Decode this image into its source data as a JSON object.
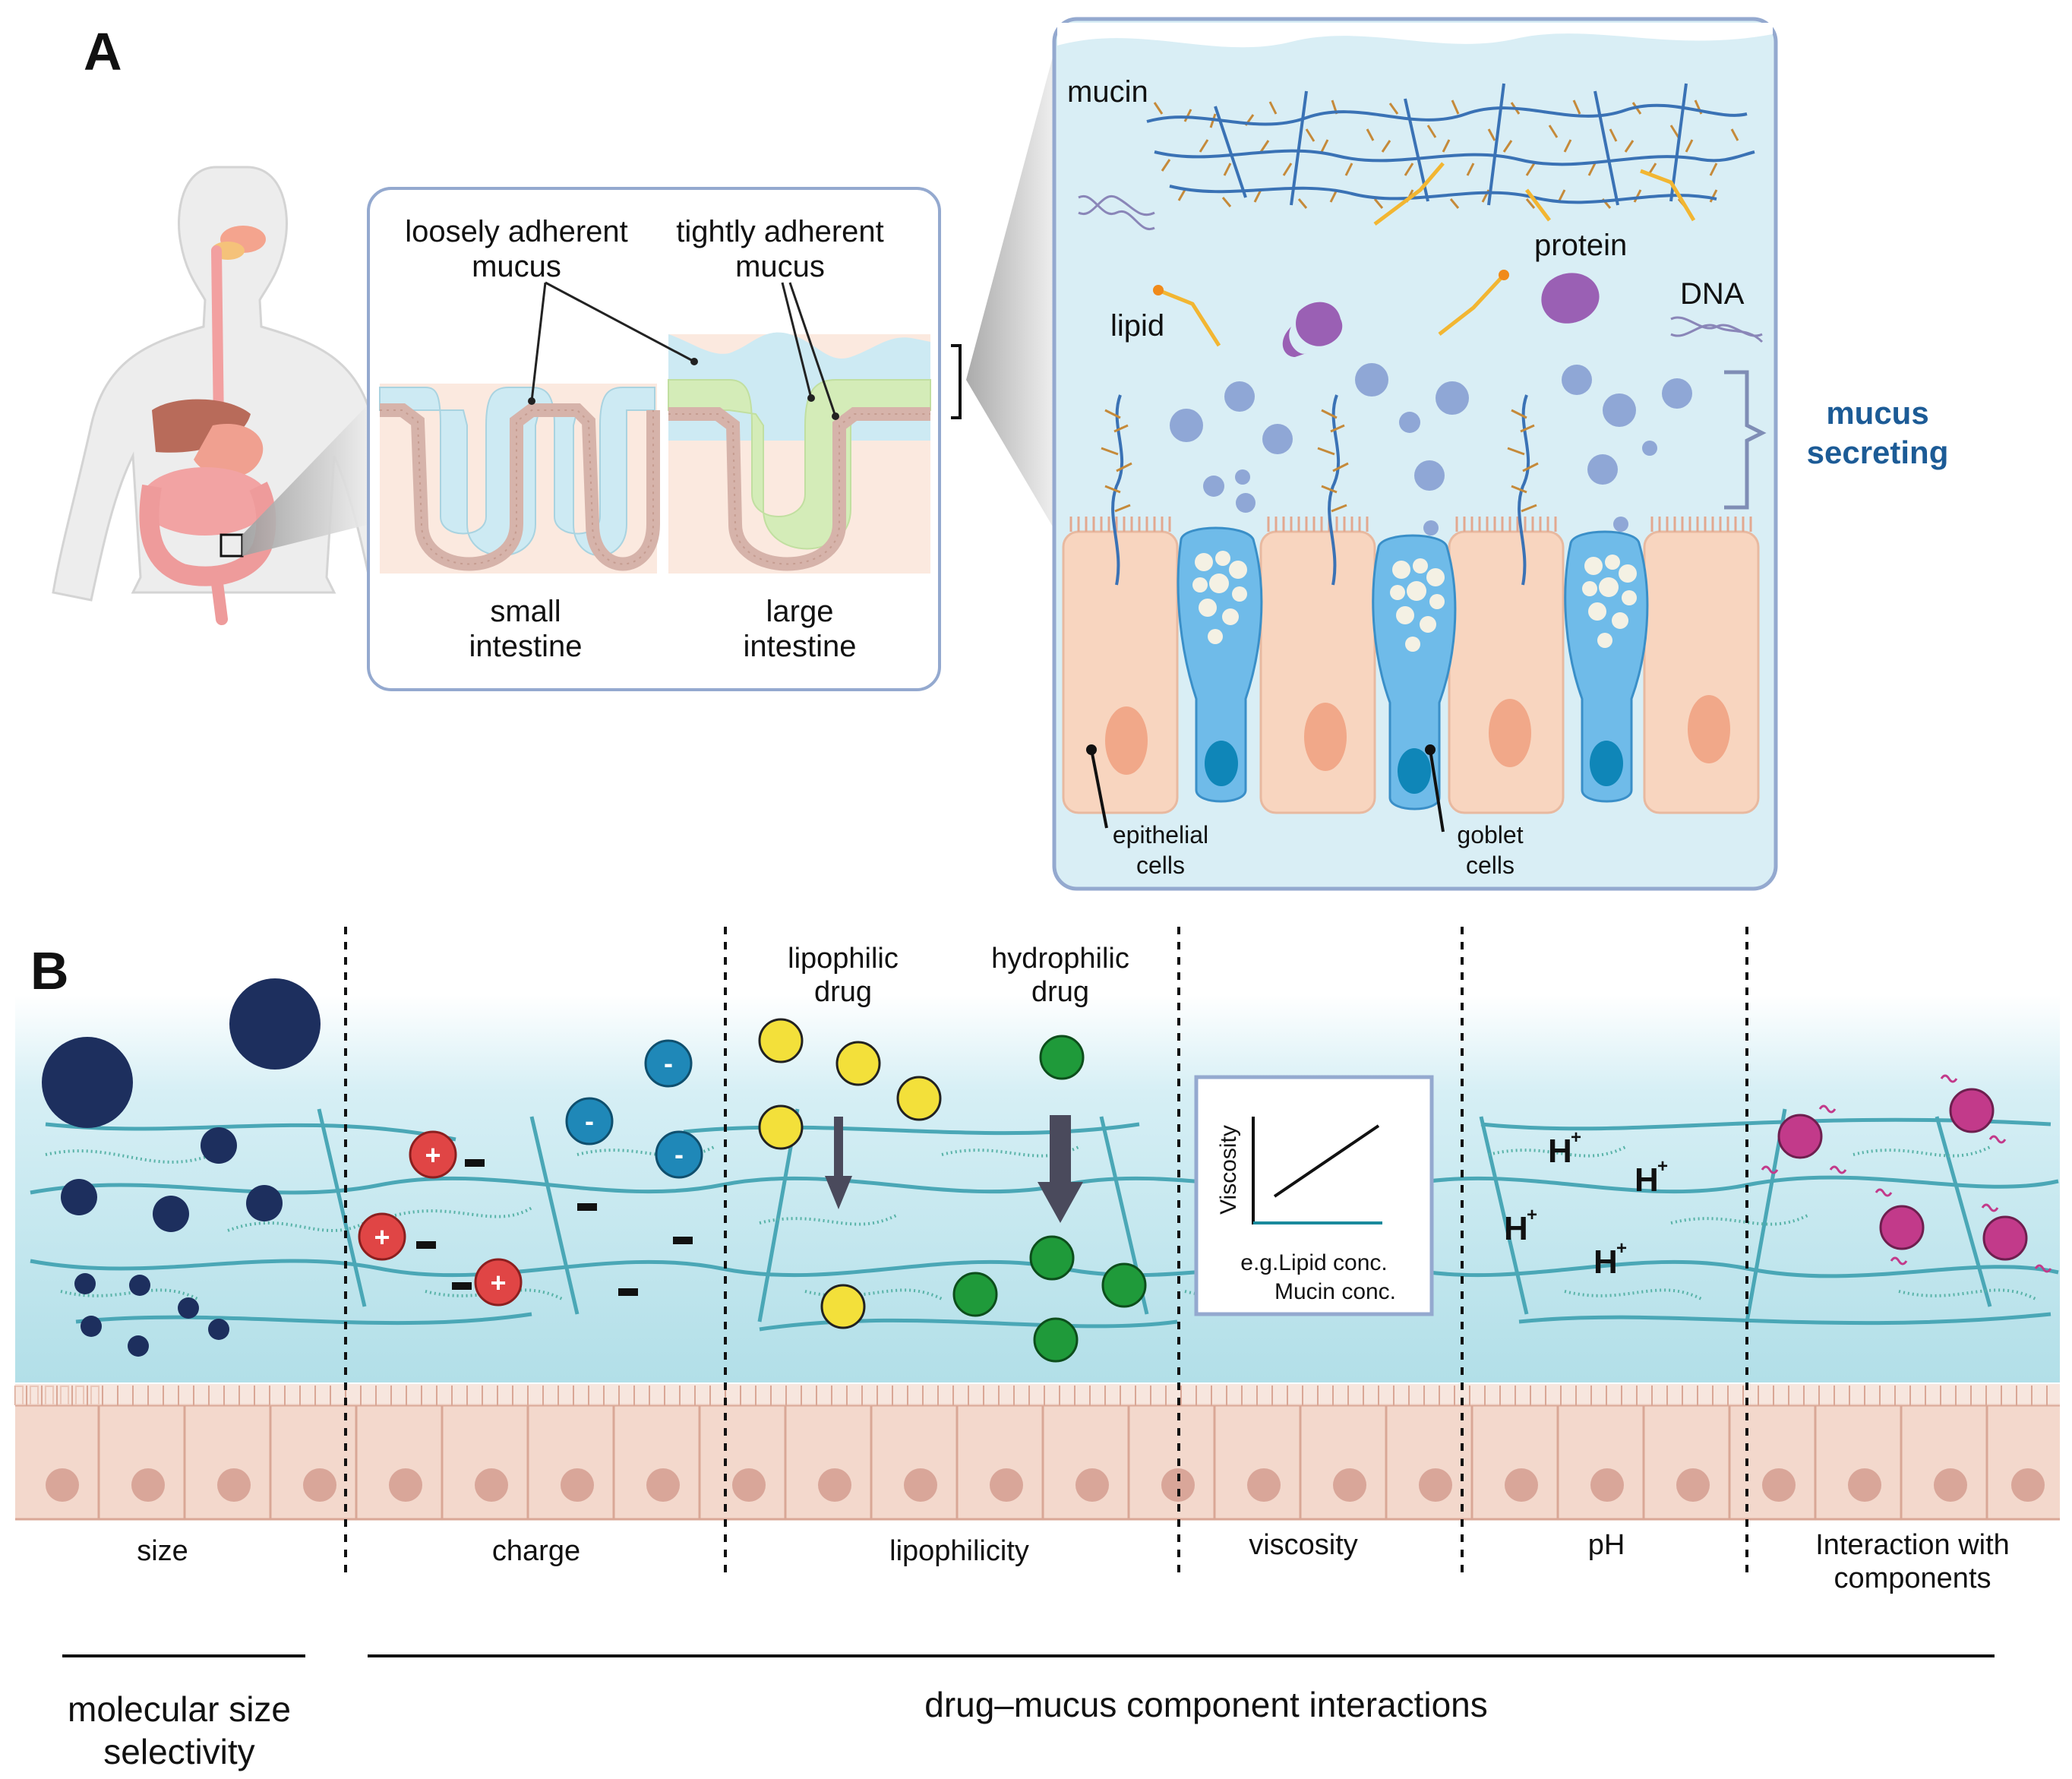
{
  "panel_a": {
    "letter": "A",
    "inset": {
      "loosely_label_1": "loosely adherent",
      "loosely_label_2": "mucus",
      "tightly_label_1": "tightly adherent",
      "tightly_label_2": "mucus",
      "small_label_1": "small",
      "small_label_2": "intestine",
      "large_label_1": "large",
      "large_label_2": "intestine"
    },
    "detail": {
      "mucin": "mucin",
      "protein": "protein",
      "lipid": "lipid",
      "dna": "DNA",
      "secreting_1": "mucus",
      "secreting_2": "secreting",
      "epithelial_1": "epithelial",
      "epithelial_2": "cells",
      "goblet_1": "goblet",
      "goblet_2": "cells"
    }
  },
  "panel_b": {
    "letter": "B",
    "lipophilic_1": "lipophilic",
    "lipophilic_2": "drug",
    "hydrophilic_1": "hydrophilic",
    "hydrophilic_2": "drug",
    "graph_ylabel": "Viscosity",
    "graph_note_1": "e.g.Lipid conc.",
    "graph_note_2": "Mucin conc.",
    "h_plus": "H",
    "h_sup": "+",
    "plus_sign": "+",
    "minus_sign": "-",
    "sections": [
      "size",
      "charge",
      "lipophilicity",
      "viscosity",
      "pH",
      "Interaction with",
      "components"
    ],
    "group_left_1": "molecular size",
    "group_left_2": "selectivity",
    "group_right": "drug–mucus component interactions"
  },
  "colors": {
    "mucus_light": "#d9f0f6",
    "mucus_blue": "#a9dbe6",
    "mucin_fiber": "#4a9fb0",
    "epithelial": "#f6d3c3",
    "goblet": "#6bb8e8",
    "navy_particle": "#1d2f5e",
    "positive": "#e04545",
    "negative": "#1f88b8",
    "lipophilic": "#f3e03a",
    "hydrophilic": "#1f9a3a",
    "magenta": "#c23a8a",
    "secreting_text": "#1c5b96"
  }
}
